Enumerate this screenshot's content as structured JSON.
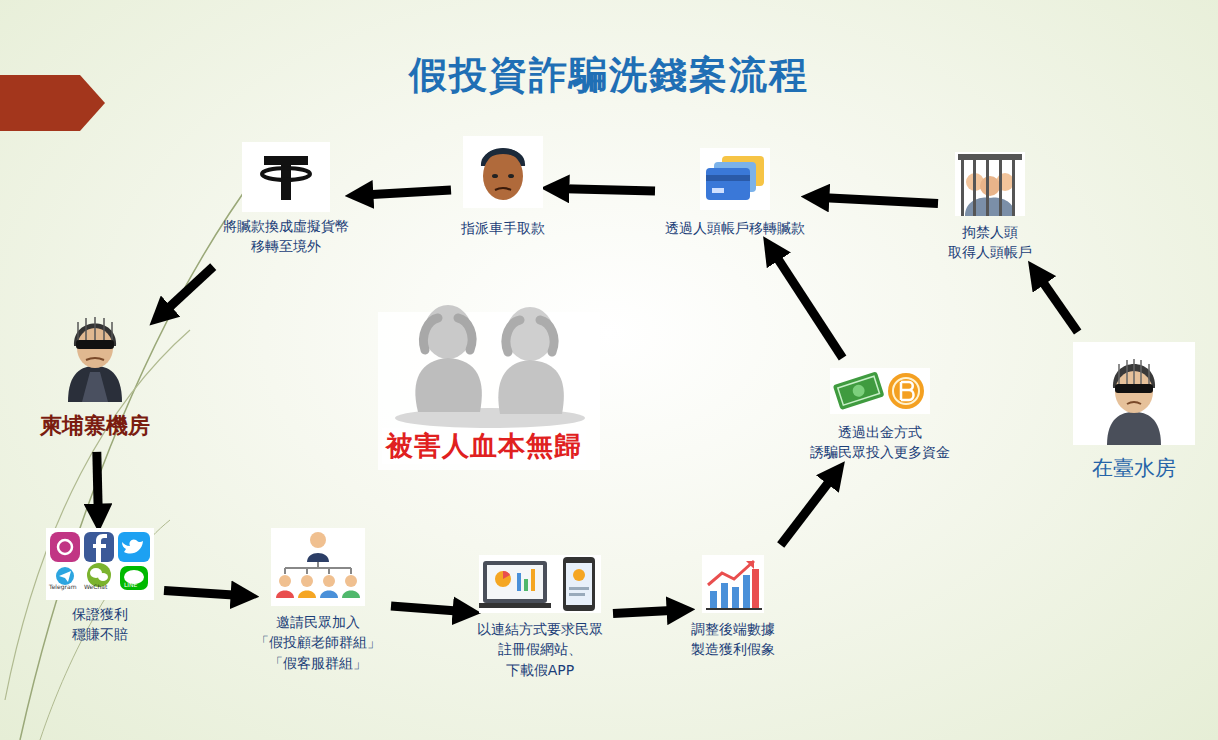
{
  "diagram": {
    "title": "假投資詐騙洗錢案流程",
    "nodes": [
      {
        "text": [
          "在臺水房"
        ]
      },
      {
        "text": [
          "拘禁人頭 取得人頭帳戶"
        ]
      },
      {
        "text": [
          "透過人頭帳戶移轉贓款"
        ]
      },
      {
        "text": [
          "指派車手取款"
        ]
      },
      {
        "text": [
          "將贓款換成虛擬貨幣 移轉至境外"
        ]
      },
      {
        "text": [
          "柬埔寨機房"
        ]
      },
      {
        "text": [
          "保證獲利 穩賺不賠"
        ]
      },
      {
        "text": [
          "邀請民眾加入 「假投顧老師群組」 「假客服群組」"
        ]
      },
      {
        "text": [
          "以連結方式要求民眾 註冊假網站、下載假APP"
        ]
      },
      {
        "text": [
          "調整後端數據 製造獲利假象"
        ]
      },
      {
        "text": [
          "透過出金方式 誘騙民眾投入更多資金"
        ]
      }
    ],
    "edges": [
      {
        "from": 0,
        "to": 1,
        "arrow": "to"
      },
      {
        "from": 1,
        "to": 2,
        "arrow": "to"
      },
      {
        "from": 2,
        "to": 3,
        "arrow": "to"
      },
      {
        "from": 3,
        "to": 4,
        "arrow": "to"
      },
      {
        "from": 4,
        "to": 5,
        "arrow": "to"
      },
      {
        "from": 5,
        "to": 6,
        "arrow": "to"
      },
      {
        "from": 6,
        "to": 7,
        "arrow": "to"
      },
      {
        "from": 7,
        "to": 8,
        "arrow": "to"
      },
      {
        "from": 8,
        "to": 9,
        "arrow": "to"
      },
      {
        "from": 9,
        "to": 10,
        "arrow": "to"
      },
      {
        "from": 10,
        "to": 2,
        "arrow": "to"
      }
    ],
    "labels": [
      "被害人血本無歸",
      "Telegram",
      "WeChat",
      "LINE"
    ]
  }
}
